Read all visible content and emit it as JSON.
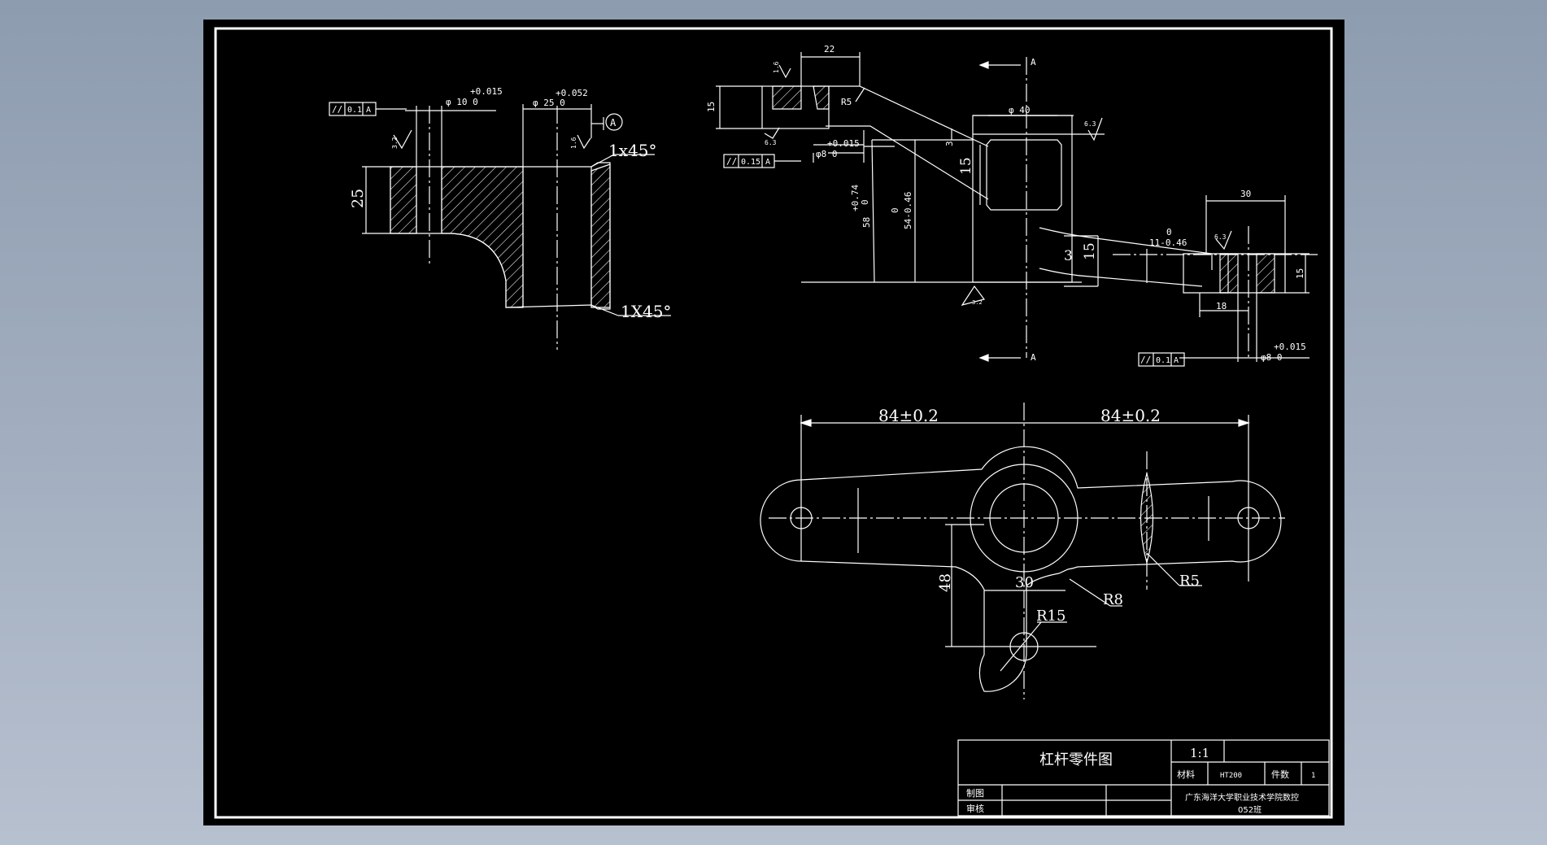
{
  "title_block": {
    "title": "杠杆零件图",
    "scale": "1:1",
    "material_label": "材料",
    "material": "HT200",
    "quantity_label": "件数",
    "quantity": "1",
    "drawn_label": "制图",
    "checked_label": "审核",
    "school_line1": "广东海洋大学职业技术学院数控",
    "school_line2": "052班"
  },
  "views": {
    "left_section": {
      "tol_flag": [
        "//",
        "0.1",
        "A"
      ],
      "dia10_tol": "+0.015",
      "dia10": "φ 10 0",
      "dia25_tol": "+0.052",
      "dia25": "φ 25 0",
      "datum": "A",
      "rough_left": "3.2",
      "rough_right": "1.6",
      "chamfer_top": "1x45°",
      "chamfer_bottom": "1X45°",
      "height_25": "25"
    },
    "section_view": {
      "dim_22": "22",
      "rough_top": "1.6",
      "radius_r5": "R5",
      "dim_15": "15",
      "rough_63a": "6.3",
      "tol_flag": [
        "//",
        "0.15",
        "A"
      ],
      "dia8_tol": "+0.015",
      "dia8": "φ8  0",
      "dia40": "φ 40",
      "rough_63b": "6.3",
      "dim_3a": "3",
      "dim_15b": "15",
      "dim_58_tol": "+0.74",
      "dim_58_zero": "0",
      "dim_58": "58",
      "dim_54_tol": "0",
      "dim_54": "54-0.46",
      "section_a_top": "A",
      "section_a_bottom": "A",
      "datum_rough": "3.2",
      "dim_30": "30",
      "rough_63c": "6.3",
      "dim_11_tol": "0",
      "dim_11": "11-0.46",
      "dim_3b": "3",
      "dim_15c": "15",
      "dim_15d": "15",
      "dim_18": "18",
      "tol_flag2": [
        "//",
        "0.1",
        "A"
      ],
      "dia8b_tol": "+0.015",
      "dia8b": "φ8 0"
    },
    "top_view": {
      "dim_84_left": "84±0.2",
      "dim_84_right": "84±0.2",
      "dim_48": "48",
      "dim_30": "30",
      "radius_r15": "R15",
      "radius_r8": "R8",
      "radius_r5": "R5"
    }
  },
  "colors": {
    "sheet": "#000000",
    "lines": "#ffffff",
    "background_top": "#8e9cb0",
    "background_bottom": "#b7c0cf"
  }
}
